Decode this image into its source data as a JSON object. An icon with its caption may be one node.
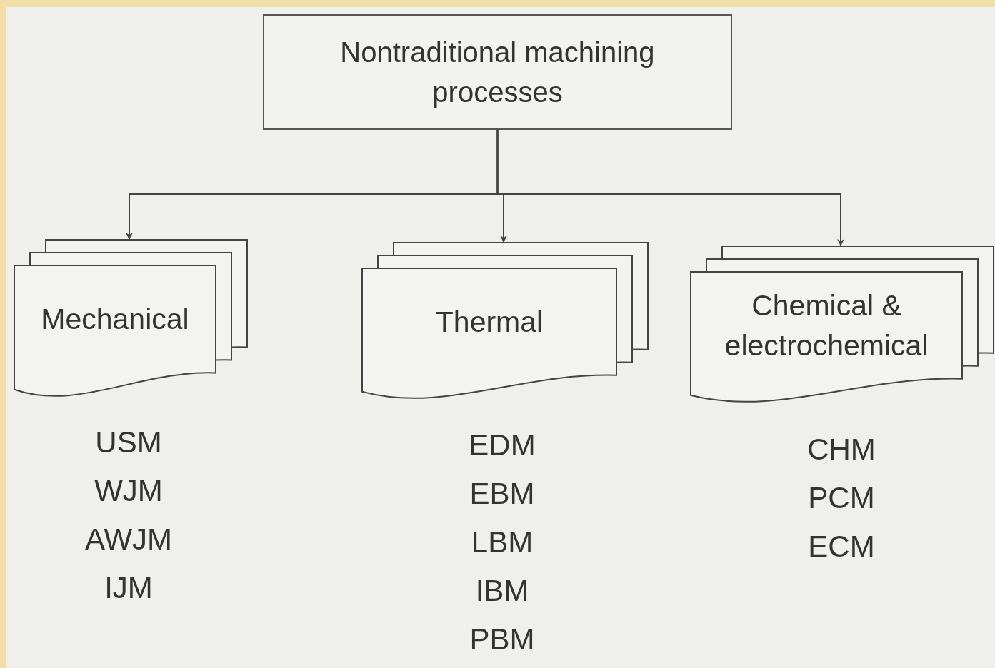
{
  "diagram": {
    "nodes": [
      {
        "text": [
          "Nontraditional machining processes"
        ]
      },
      {
        "text": [
          "Mechanical"
        ],
        "beside": [
          "USM",
          "WJM",
          "AWJM",
          "IJM"
        ]
      },
      {
        "text": [
          "Thermal"
        ],
        "beside": [
          "EDM",
          "EBM",
          "LBM",
          "IBM",
          "PBM"
        ]
      },
      {
        "text": [
          "Chemical & electrochemical"
        ],
        "beside": [
          "CHM",
          "PCM",
          "ECM"
        ]
      }
    ],
    "edges": [
      {
        "from": 0,
        "to": 1,
        "arrow": "to"
      },
      {
        "from": 0,
        "to": 2,
        "arrow": "to"
      },
      {
        "from": 0,
        "to": 3,
        "arrow": "to"
      }
    ]
  }
}
